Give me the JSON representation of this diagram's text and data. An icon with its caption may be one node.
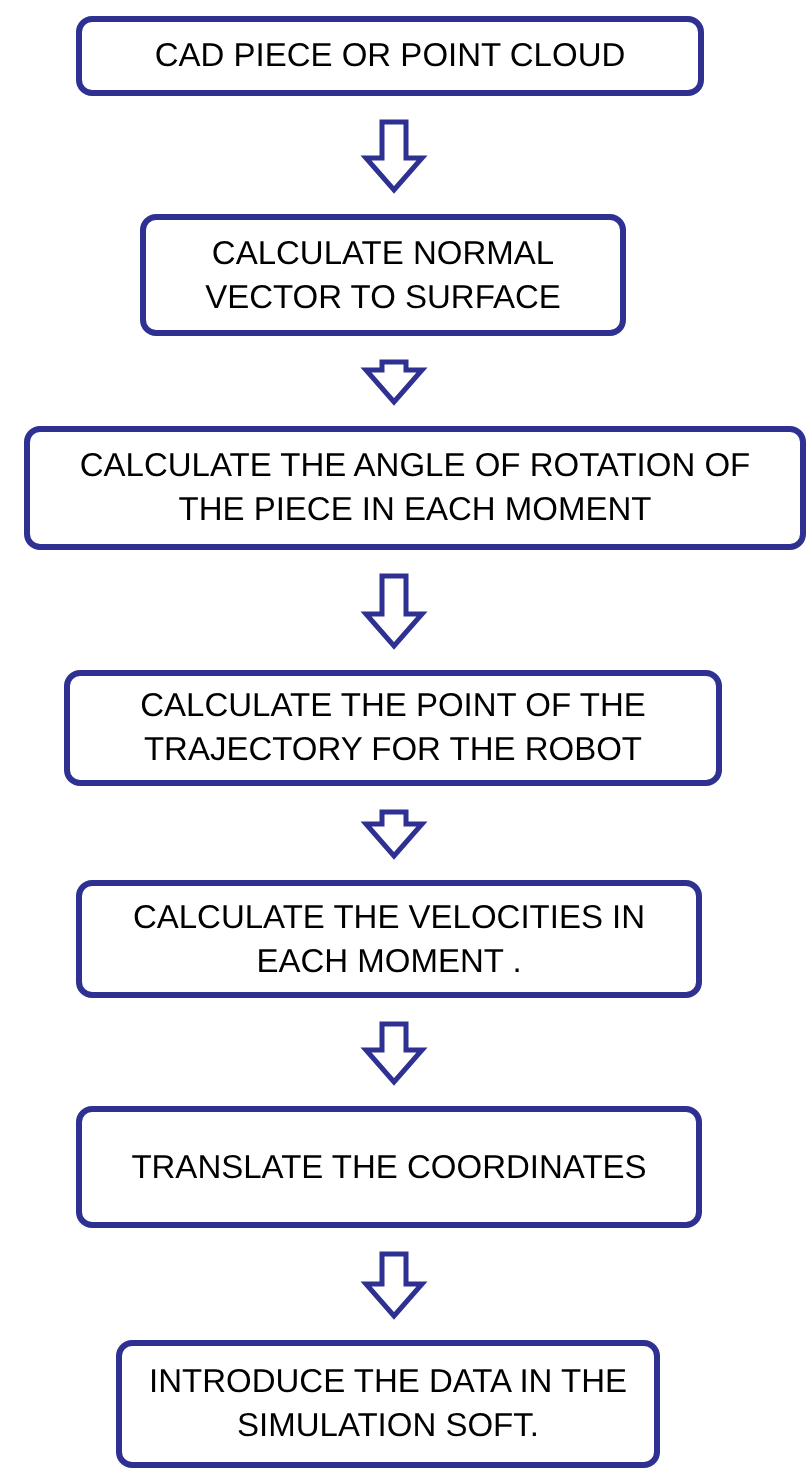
{
  "diagram": {
    "nodes": [
      {
        "text": [
          "CAD PIECE OR POINT CLOUD"
        ]
      },
      {
        "text": [
          "CALCULATE NORMAL VECTOR TO SURFACE"
        ]
      },
      {
        "text": [
          "CALCULATE THE ANGLE OF ROTATION OF THE PIECE IN EACH MOMENT"
        ]
      },
      {
        "text": [
          "CALCULATE THE POINT OF THE TRAJECTORY FOR THE ROBOT"
        ]
      },
      {
        "text": [
          "CALCULATE THE VELOCITIES IN EACH MOMENT ."
        ]
      },
      {
        "text": [
          "TRANSLATE THE COORDINATES"
        ]
      },
      {
        "text": [
          "INTRODUCE THE DATA IN THE SIMULATION SOFT."
        ]
      }
    ],
    "edges": [
      {
        "from": 0,
        "to": 1,
        "arrow": "to"
      },
      {
        "from": 1,
        "to": 2,
        "arrow": "to"
      },
      {
        "from": 2,
        "to": 3,
        "arrow": "to"
      },
      {
        "from": 3,
        "to": 4,
        "arrow": "to"
      },
      {
        "from": 4,
        "to": 5,
        "arrow": "to"
      },
      {
        "from": 5,
        "to": 6,
        "arrow": "to"
      }
    ]
  }
}
